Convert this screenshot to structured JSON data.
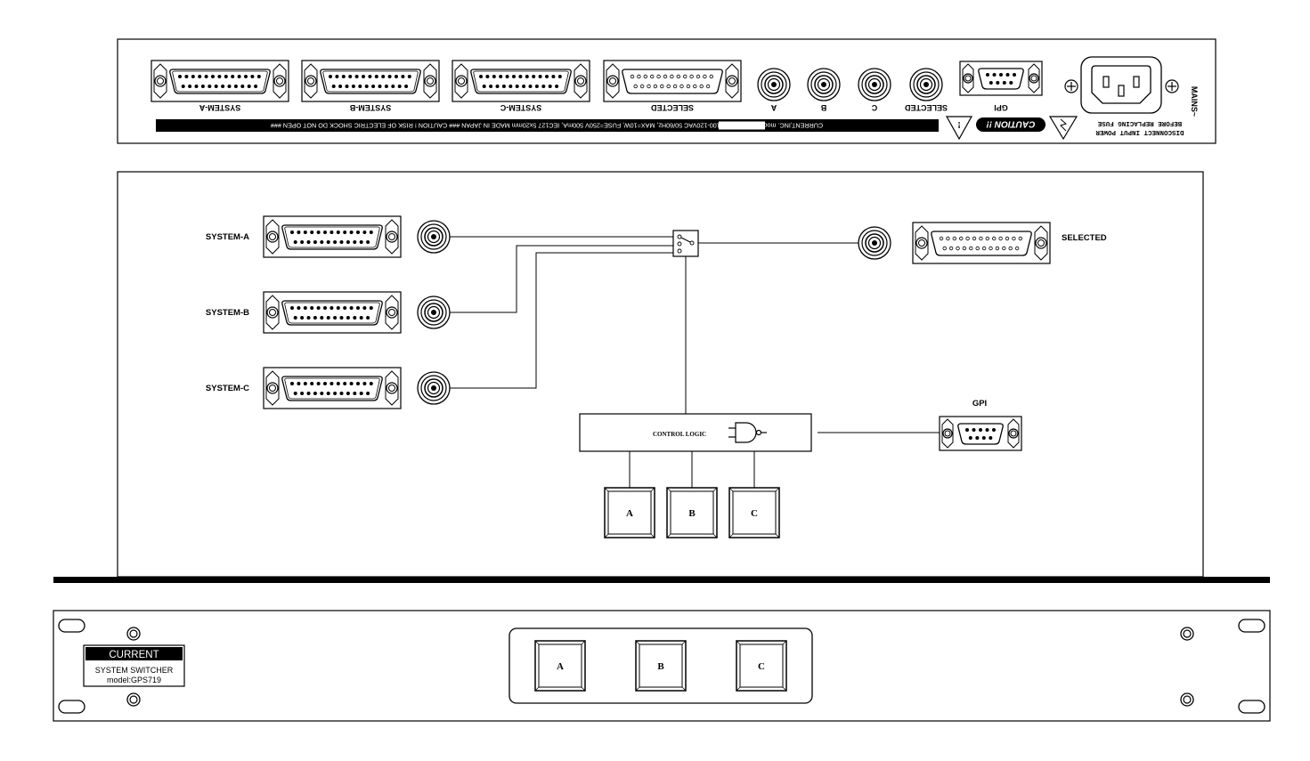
{
  "rear_panel": {
    "connector_labels": {
      "system_a": "SYSTEM-A",
      "system_b": "SYSTEM-B",
      "system_c": "SYSTEM-C",
      "selected": "SELECTED",
      "a": "A",
      "b": "B",
      "c": "C",
      "selected_bnc": "SELECTED",
      "gpi": "GPI",
      "mains": "MAINS~"
    },
    "info_strip": "CURRENT,INC.  model:GPS719 SN            100-120VAC 50/60Hz, MAX=10W, FUSE=250V 500mA, IEC127 5x20mm MADE IN JAPAN   ### CAUTION ! RISK OF ELECTRIC SHOCK DO NOT OPEN ###",
    "caution": "CAUTION !!",
    "warning_line1": "DISCONNECT INPUT POWER",
    "warning_line2": "BEFORE REPLACING FUSE"
  },
  "block_diagram": {
    "system_a": "SYSTEM-A",
    "system_b": "SYSTEM-B",
    "system_c": "SYSTEM-C",
    "selected": "SELECTED",
    "gpi": "GPI",
    "control_logic": "CONTROL LOGIC",
    "button_a": "A",
    "button_b": "B",
    "button_c": "C"
  },
  "front_panel": {
    "brand": "CURRENT",
    "product": "SYSTEM SWITCHER",
    "model": "model:GPS719",
    "button_a": "A",
    "button_b": "B",
    "button_c": "C"
  }
}
